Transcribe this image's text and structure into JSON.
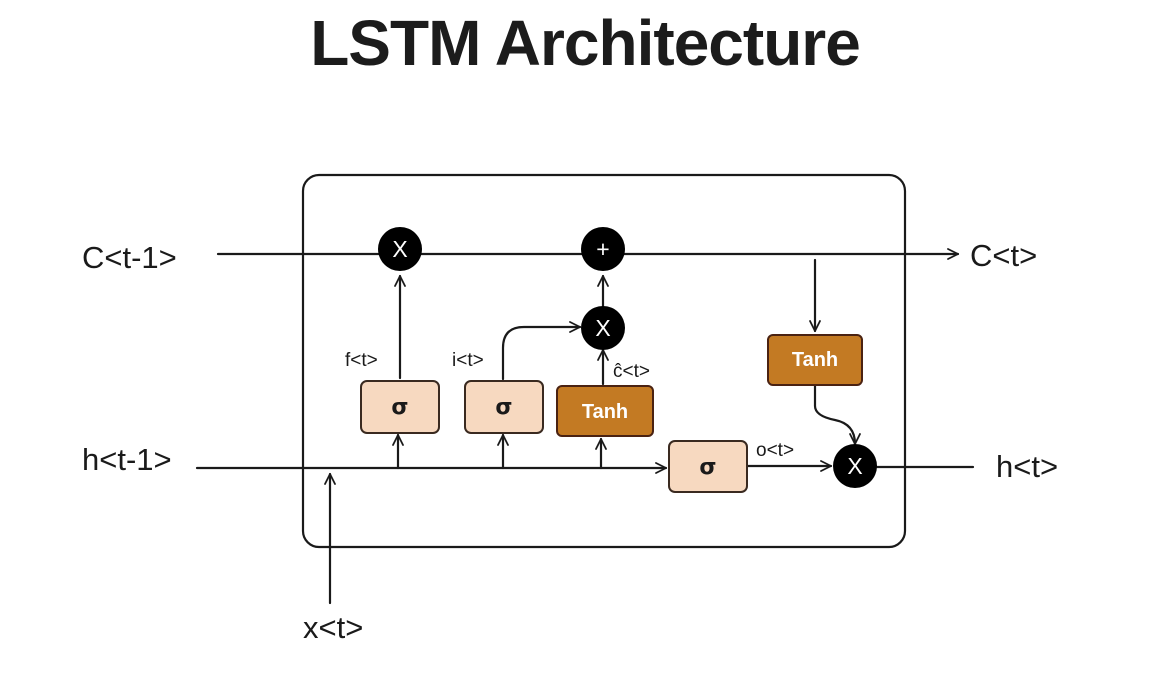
{
  "title": "LSTM Architecture",
  "inputs": {
    "c_prev": "C<t-1>",
    "h_prev": "h<t-1>",
    "x": "x<t>"
  },
  "outputs": {
    "c": "C<t>",
    "h": "h<t>"
  },
  "gate_labels": {
    "forget": "f<t>",
    "input": "i<t>",
    "candidate": "ĉ<t>",
    "output": "o<t>"
  },
  "ops": {
    "multiply": "X",
    "add": "+"
  },
  "blocks": {
    "sigmoid": "σ",
    "tanh": "Tanh"
  },
  "colors": {
    "sigmoid_fill": "#f7d9c0",
    "tanh_fill": "#c37a23",
    "op_fill": "#000000",
    "line": "#1a1a1a"
  },
  "icons": [
    "arrow-icon"
  ]
}
